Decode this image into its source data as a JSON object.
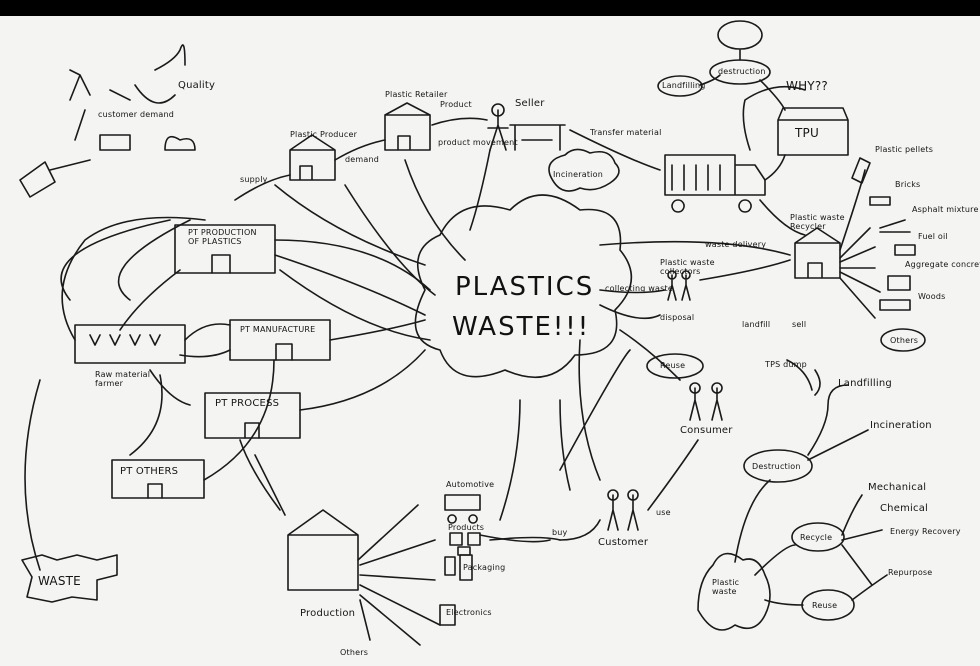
{
  "center": {
    "line1": "PLASTICS",
    "line2": "WASTE!!!"
  },
  "production_chain": {
    "quality": "Quality",
    "demand": "customer demand",
    "producer": "Plastic Producer",
    "retailer": "Plastic Retailer",
    "seller": "Seller",
    "product": "Product",
    "supply": "supply",
    "demand_label": "demand",
    "product_movement": "product movement"
  },
  "companies": {
    "production": "PT PRODUCTION OF PLASTICS",
    "manufacture": "PT MANUFACTURE",
    "process": "PT PROCESS",
    "others": "PT OTHERS",
    "raw_material": "Raw material farmer",
    "waste_box": "WASTE",
    "production_label": "Production",
    "others_label": "Others"
  },
  "products": [
    "Automotive",
    "Products",
    "Packaging",
    "Electronics"
  ],
  "consumers": {
    "customer": "Customer",
    "consumer": "Consumer",
    "use": "use",
    "buy": "buy",
    "reuse": "Reuse",
    "collectors": "Plastic waste collectors",
    "collecting": "collecting waste",
    "disposal": "disposal",
    "dump": "TPS dump",
    "land_fill": "landfill",
    "sell": "sell",
    "waste_delivery": "waste delivery",
    "transfer": "Transfer material",
    "incineration_label": "Incineration",
    "destruction": "destruction",
    "landfilling": "Landfilling"
  },
  "recycle": {
    "why": "WHY??",
    "tpu": "TPU",
    "recycler": "Plastic waste Recycler",
    "outputs": [
      "Plastic pellets",
      "Bricks",
      "Asphalt mixture",
      "Fuel oil",
      "Aggregate concrete",
      "Woods",
      "Others"
    ]
  },
  "strategy": {
    "root": "Plastic waste",
    "destruction": "Destruction",
    "recycle": "Recycle",
    "reuse": "Reuse",
    "landfilling": "Landfilling",
    "incineration": "Incineration",
    "mechanical": "Mechanical",
    "chemical": "Chemical",
    "energy": "Energy Recovery",
    "repurpose": "Repurpose"
  }
}
